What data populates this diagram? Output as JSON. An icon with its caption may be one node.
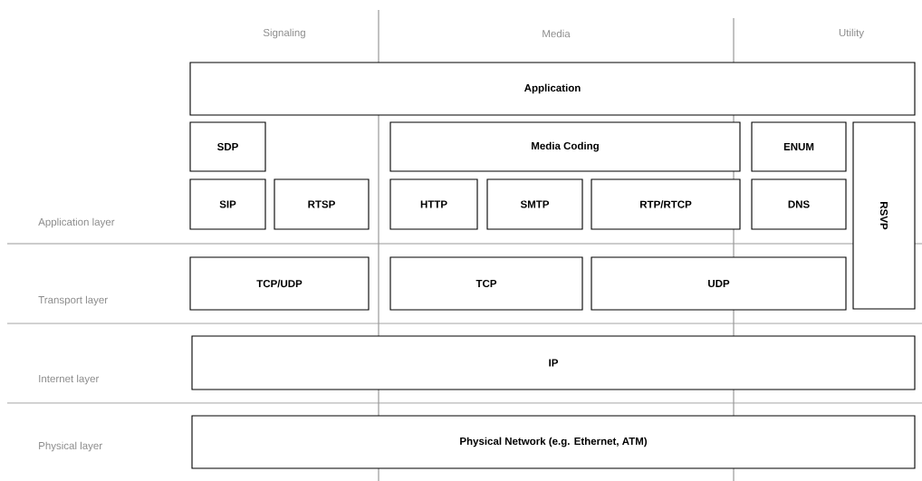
{
  "diagram": {
    "nodes": [
      {
        "text": [
          "Application"
        ]
      },
      {
        "text": [
          "SDP"
        ]
      },
      {
        "text": [
          "Media Coding"
        ]
      },
      {
        "text": [
          "ENUM"
        ]
      },
      {
        "text": [
          "RSVP"
        ]
      },
      {
        "text": [
          "SIP"
        ]
      },
      {
        "text": [
          "RTSP"
        ]
      },
      {
        "text": [
          "HTTP"
        ]
      },
      {
        "text": [
          "SMTP"
        ]
      },
      {
        "text": [
          "RTP/RTCP"
        ]
      },
      {
        "text": [
          "DNS"
        ]
      },
      {
        "text": [
          "TCP/UDP"
        ]
      },
      {
        "text": [
          "TCP"
        ]
      },
      {
        "text": [
          "UDP"
        ]
      },
      {
        "text": [
          "IP"
        ]
      },
      {
        "text": [
          "Physical Network (e.g. Ethernet, ATM)"
        ]
      }
    ],
    "labels": [
      "Signaling",
      "Media",
      "Utility",
      "Application layer",
      "Transport layer",
      "Internet layer",
      "Physical layer"
    ]
  }
}
